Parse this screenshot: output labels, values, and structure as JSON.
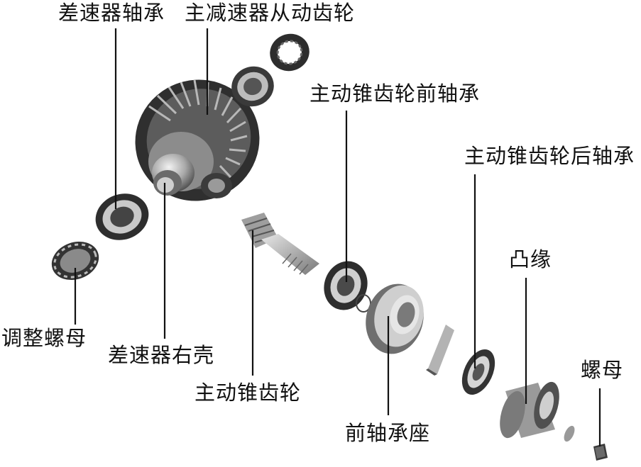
{
  "labels": {
    "differential_bearing": "差速器轴承",
    "final_drive_driven_gear": "主减速器从动齿轮",
    "drive_pinion_front_bearing": "主动锥齿轮前轴承",
    "drive_pinion_rear_bearing": "主动锥齿轮后轴承",
    "flange": "凸缘",
    "adjusting_nut": "调整螺母",
    "differential_right_case": "差速器右壳",
    "drive_pinion": "主动锥齿轮",
    "front_bearing_seat": "前轴承座",
    "nut": "螺母"
  }
}
